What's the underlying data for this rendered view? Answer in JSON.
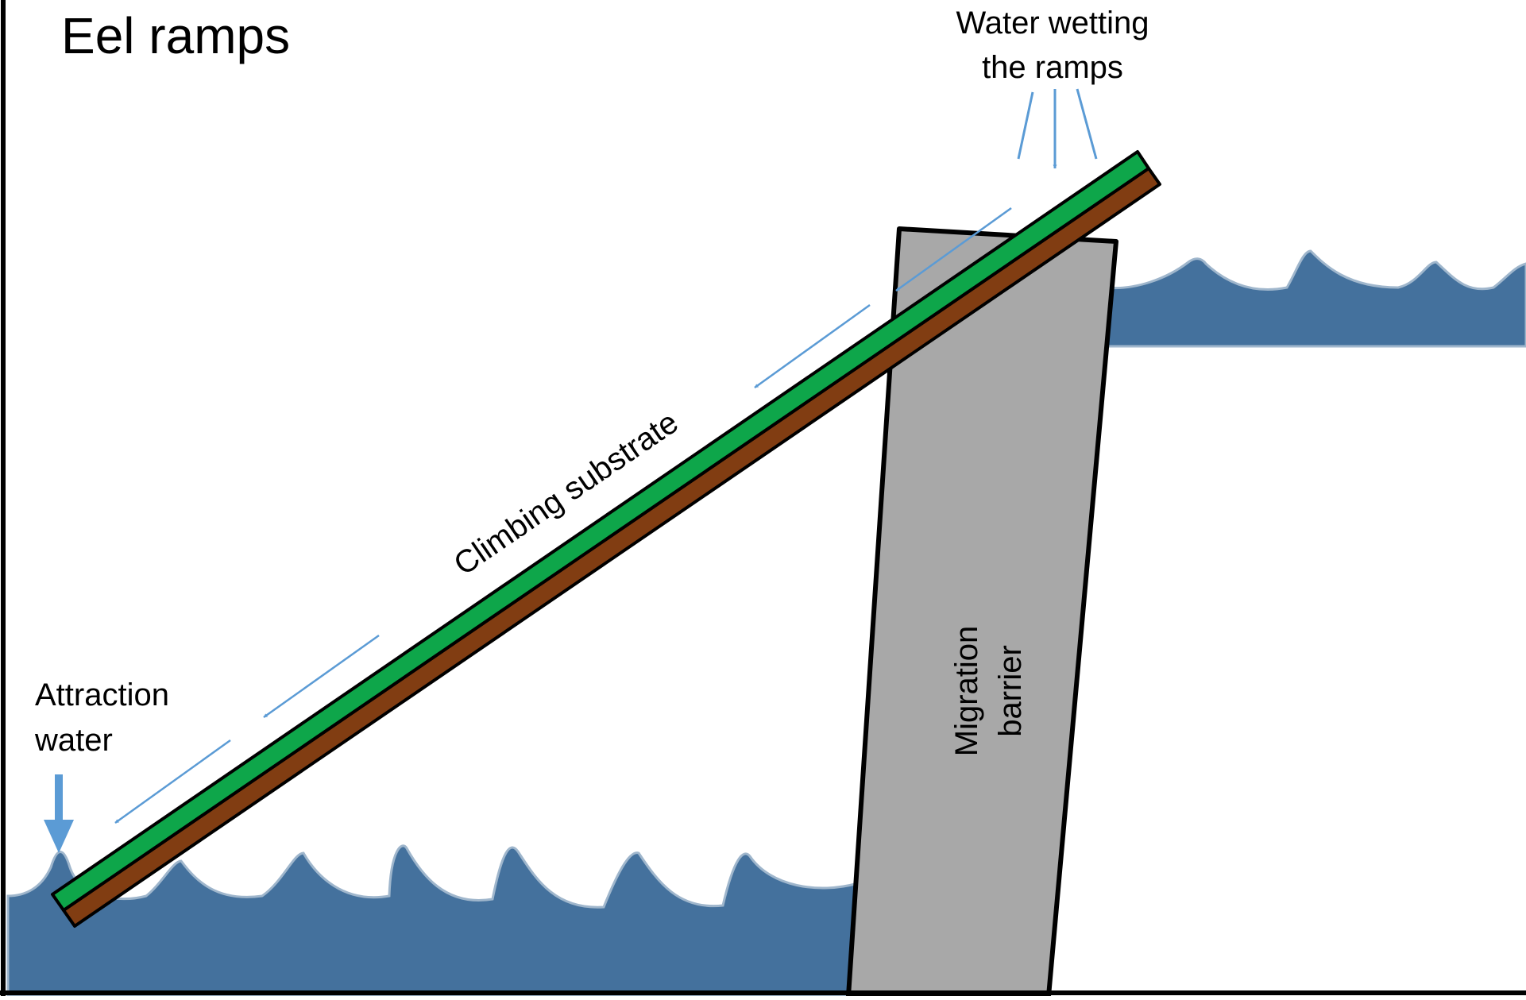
{
  "title": "Eel ramps",
  "labels": {
    "water_wetting_line1": "Water wetting",
    "water_wetting_line2": "the ramps",
    "climbing_substrate": "Climbing substrate",
    "migration_line1": "Migration",
    "migration_line2": "barrier",
    "attraction_line1": "Attraction",
    "attraction_line2": "water"
  },
  "colors": {
    "water": "#44719d",
    "water_edge": "#9fb6cc",
    "substrate": "#0ea64a",
    "ramp_base": "#813d12",
    "barrier": "#a8a8a8",
    "arrow": "#5b9bd5",
    "outline": "#000000"
  }
}
